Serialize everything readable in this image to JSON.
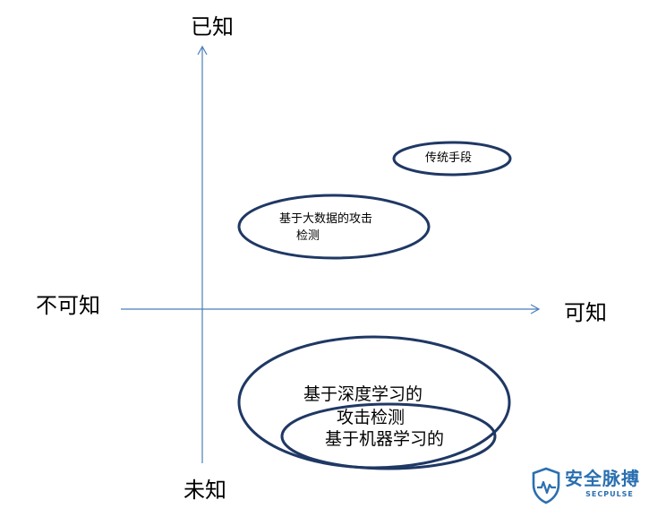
{
  "axes": {
    "top": "已知",
    "bottom": "未知",
    "left": "不可知",
    "right": "可知"
  },
  "nodes": {
    "traditional": "传统手段",
    "big_data": [
      "基于大数据的攻击",
      "检测"
    ],
    "deep_learning": [
      "基于深度学习的",
      "攻击检测"
    ],
    "machine_learning": "基于机器学习的"
  },
  "watermark": {
    "name": "安全脉搏",
    "sub": "SECPULSE"
  },
  "colors": {
    "axis": "#4a7ebb",
    "ellipse": "#1f3864",
    "brand": "#2a6fb0"
  }
}
